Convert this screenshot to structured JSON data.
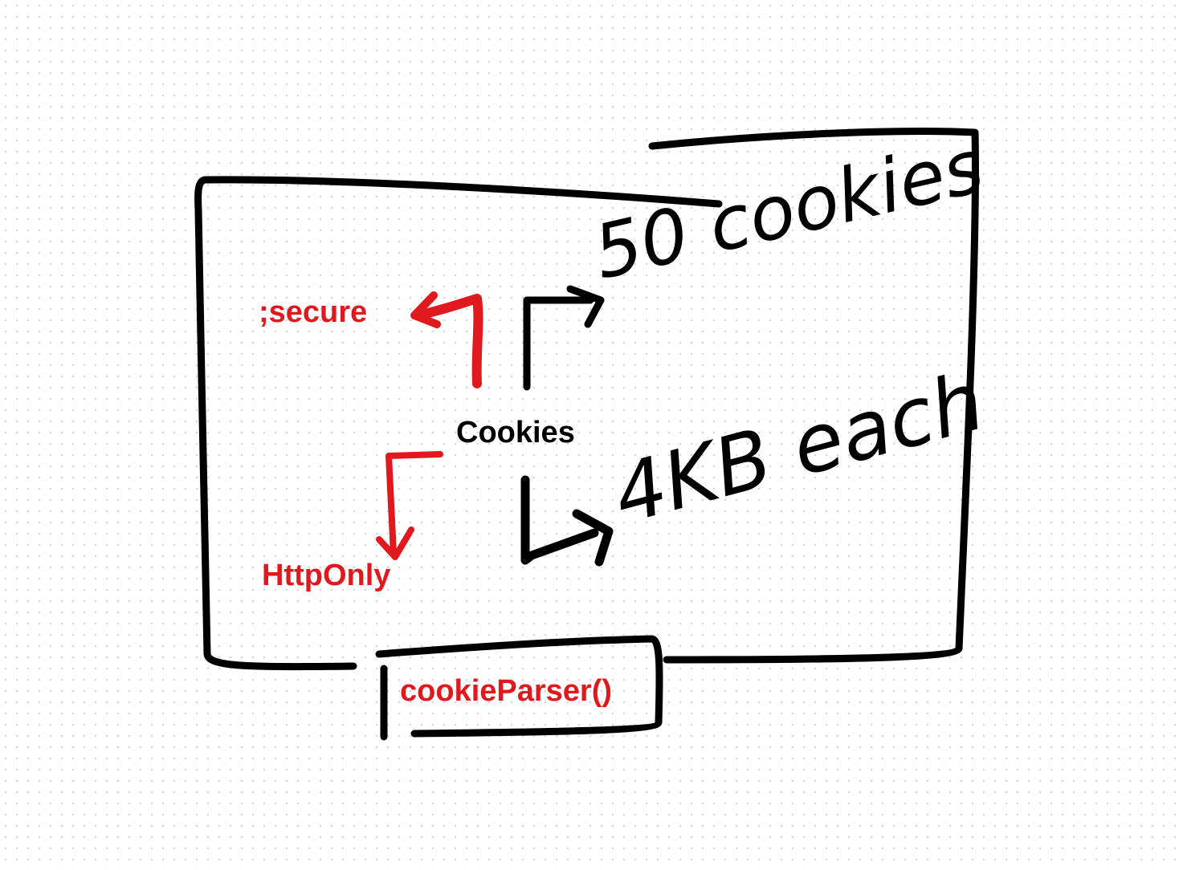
{
  "colors": {
    "ink": "#000000",
    "accent": "#e0191e",
    "background": "#ffffff",
    "grid_dot": "#d6d6d6"
  },
  "labels": {
    "center": "Cookies",
    "secure": ";secure",
    "http_only": "HttpOnly",
    "parser": "cookieParser()",
    "limit_count": "50 cookies",
    "limit_size": "4KB each"
  }
}
